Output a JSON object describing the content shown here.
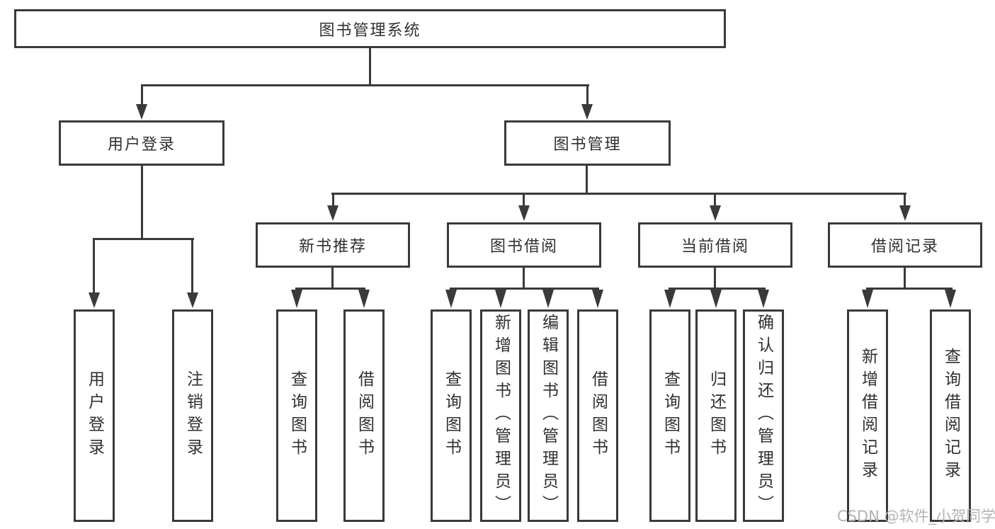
{
  "diagram": {
    "root_label": "图书管理系统",
    "user_login": {
      "label": "用户登录",
      "children": [
        "用户登录",
        "注销登录"
      ]
    },
    "book_management": {
      "label": "图书管理"
    },
    "sections": [
      {
        "label": "新书推荐",
        "children": [
          "查询图书",
          "借阅图书"
        ]
      },
      {
        "label": "图书借阅",
        "children": [
          "查询图书",
          "新增图书（管理员）",
          "编辑图书（管理员）",
          "借阅图书"
        ]
      },
      {
        "label": "当前借阅",
        "children": [
          "查询图书",
          "归还图书",
          "确认归还（管理员）"
        ]
      },
      {
        "label": "借阅记录",
        "children": [
          "新增借阅记录",
          "查询借阅记录"
        ]
      }
    ]
  },
  "watermark": "CSDN @软件_小贺同学",
  "colors": {
    "line": "#3a3a3a",
    "text": "#303030",
    "watermark": "#b3b3b3",
    "background": "#ffffff"
  }
}
